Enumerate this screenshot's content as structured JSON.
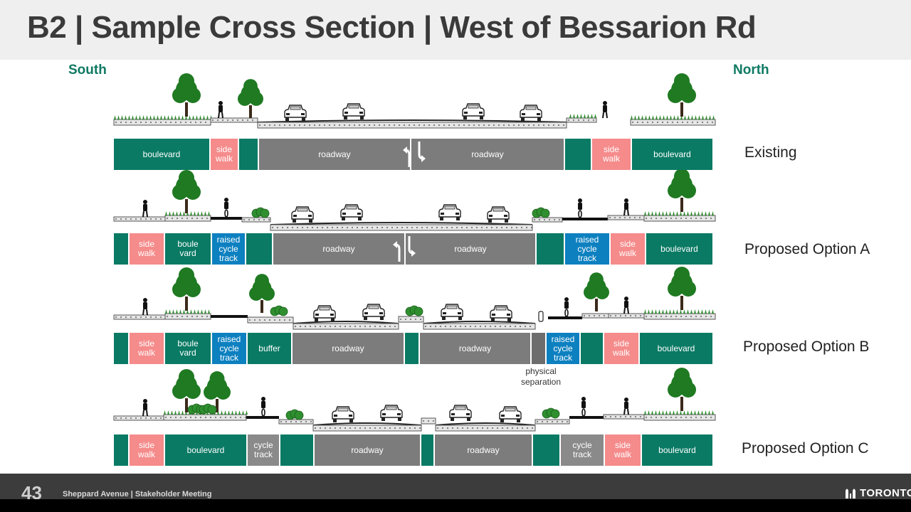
{
  "title": "B2 | Sample Cross Section | West of Bessarion Rd",
  "directions": {
    "left": "South",
    "right": "North"
  },
  "colors": {
    "green": "#0a7a64",
    "sidewalk": "#f58b8b",
    "roadway": "#7c7c7c",
    "cycle_track_blue": "#0d80c0",
    "cycle_track_grey": "#8a8a8a",
    "title_bar": "#efefef",
    "footer": "#3c3c3c"
  },
  "sections": [
    {
      "label": "Existing",
      "has_turn_arrows": true,
      "segments": [
        {
          "text": "boulevard",
          "kind": "boulevard"
        },
        {
          "text": "side\nwalk",
          "kind": "sidewalk"
        },
        {
          "text": "",
          "kind": "green"
        },
        {
          "text": "roadway",
          "kind": "roadway"
        },
        {
          "text": "roadway",
          "kind": "roadway"
        },
        {
          "text": "",
          "kind": "green"
        },
        {
          "text": "side\nwalk",
          "kind": "sidewalk"
        },
        {
          "text": "boulevard",
          "kind": "boulevard"
        }
      ]
    },
    {
      "label": "Proposed Option A",
      "has_turn_arrows": true,
      "segments": [
        {
          "text": "",
          "kind": "green"
        },
        {
          "text": "side\nwalk",
          "kind": "sidewalk"
        },
        {
          "text": "boule\nvard",
          "kind": "boulevard"
        },
        {
          "text": "raised\ncycle\ntrack",
          "kind": "cycle"
        },
        {
          "text": "",
          "kind": "green"
        },
        {
          "text": "roadway",
          "kind": "roadway"
        },
        {
          "text": "roadway",
          "kind": "roadway"
        },
        {
          "text": "",
          "kind": "green"
        },
        {
          "text": "raised\ncycle\ntrack",
          "kind": "cycle"
        },
        {
          "text": "side\nwalk",
          "kind": "sidewalk"
        },
        {
          "text": "boulevard",
          "kind": "boulevard"
        }
      ]
    },
    {
      "label": "Proposed Option B",
      "has_turn_arrows": false,
      "separation_note": "physical\nseparation",
      "segments": [
        {
          "text": "",
          "kind": "green"
        },
        {
          "text": "side\nwalk",
          "kind": "sidewalk"
        },
        {
          "text": "boule\nvard",
          "kind": "boulevard"
        },
        {
          "text": "raised\ncycle\ntrack",
          "kind": "cycle"
        },
        {
          "text": "buffer",
          "kind": "buffer"
        },
        {
          "text": "roadway",
          "kind": "roadway"
        },
        {
          "text": "",
          "kind": "green"
        },
        {
          "text": "roadway",
          "kind": "roadway"
        },
        {
          "text": "",
          "kind": "separation"
        },
        {
          "text": "raised\ncycle\ntrack",
          "kind": "cycle"
        },
        {
          "text": "",
          "kind": "green"
        },
        {
          "text": "side\nwalk",
          "kind": "sidewalk"
        },
        {
          "text": "boulevard",
          "kind": "boulevard"
        }
      ]
    },
    {
      "label": "Proposed Option C",
      "has_turn_arrows": false,
      "segments": [
        {
          "text": "",
          "kind": "green"
        },
        {
          "text": "side\nwalk",
          "kind": "sidewalk"
        },
        {
          "text": "boulevard",
          "kind": "boulevard"
        },
        {
          "text": "cycle\ntrack",
          "kind": "cycle-grey"
        },
        {
          "text": "",
          "kind": "green"
        },
        {
          "text": "roadway",
          "kind": "roadway"
        },
        {
          "text": "",
          "kind": "green"
        },
        {
          "text": "roadway",
          "kind": "roadway"
        },
        {
          "text": "",
          "kind": "green"
        },
        {
          "text": "cycle\ntrack",
          "kind": "cycle-grey"
        },
        {
          "text": "side\nwalk",
          "kind": "sidewalk"
        },
        {
          "text": "boulevard",
          "kind": "boulevard"
        }
      ]
    }
  ],
  "illustration_icons": [
    "tree-icon",
    "pedestrian-icon",
    "cyclist-icon",
    "car-icon",
    "shrub-icon",
    "bollard-icon"
  ],
  "footer": {
    "page_number": "43",
    "text": "Sheppard Avenue | Stakeholder Meeting",
    "logo_text": "TORONTO",
    "logo_icon": "city-hall-icon"
  }
}
